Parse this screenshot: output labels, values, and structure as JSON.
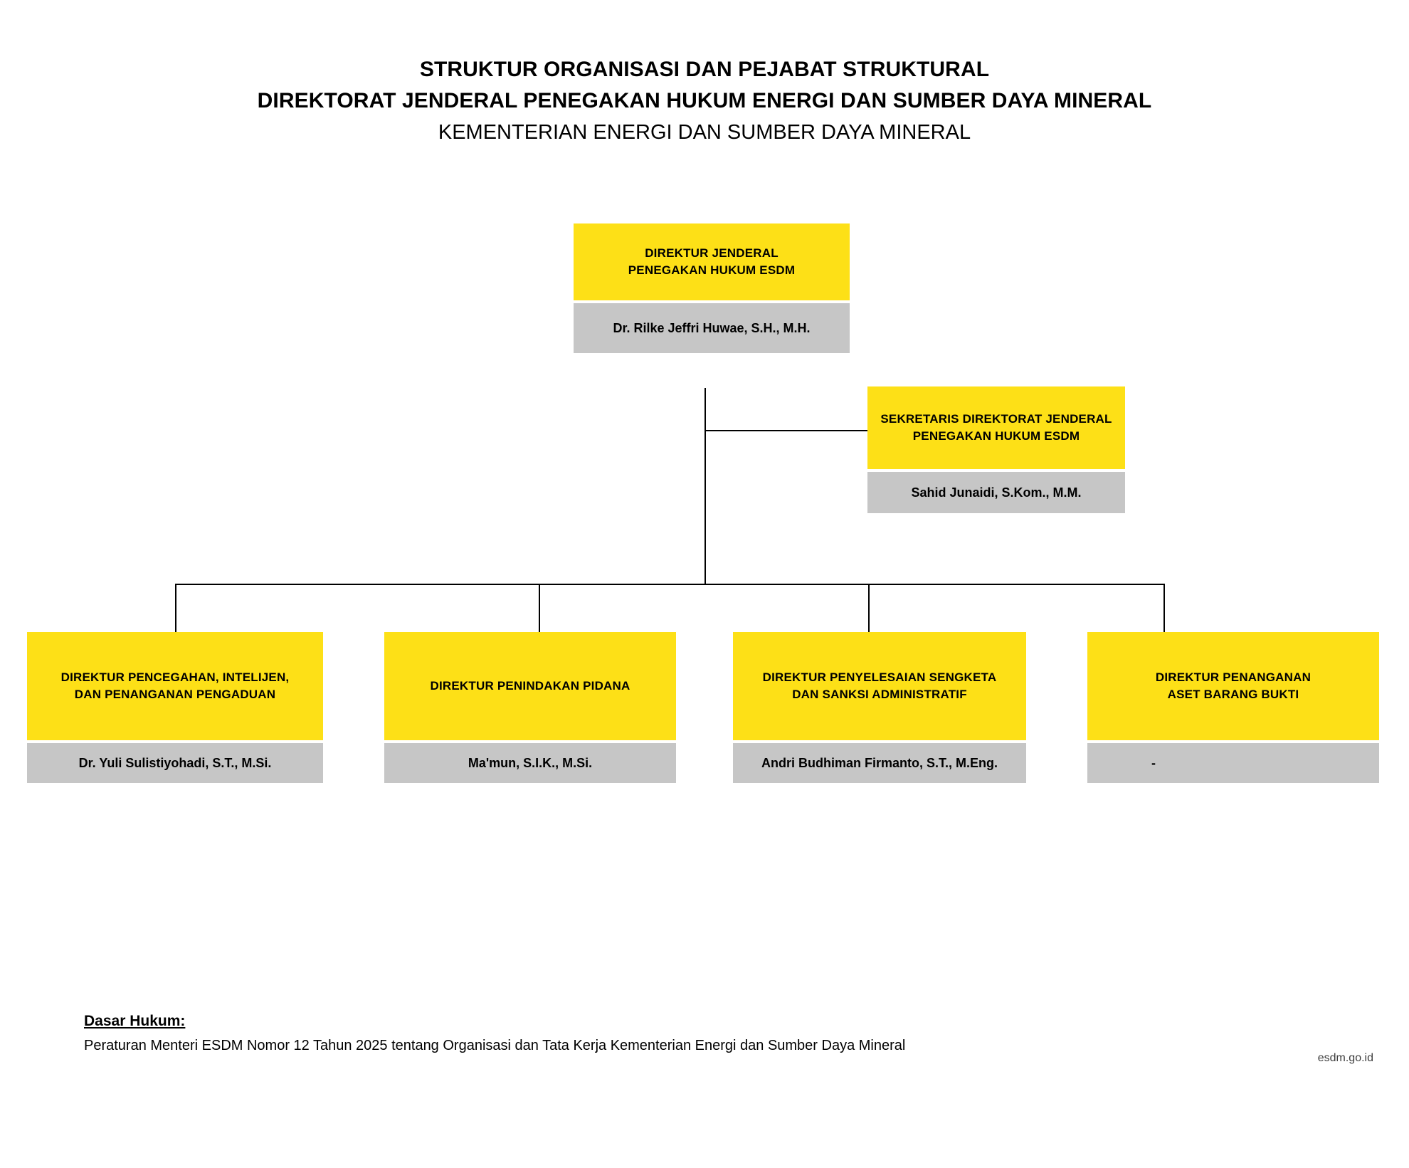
{
  "title": {
    "line1": "STRUKTUR ORGANISASI DAN PEJABAT STRUKTURAL",
    "line2": "DIREKTORAT JENDERAL PENEGAKAN HUKUM ENERGI DAN SUMBER DAYA MINERAL",
    "line3": "KEMENTERIAN ENERGI DAN SUMBER DAYA MINERAL"
  },
  "colors": {
    "position_box": "#FDE017",
    "name_box": "#C6C6C6",
    "connector": "#000000",
    "text": "#000000",
    "background": "#FFFFFF"
  },
  "org_chart": {
    "root": {
      "position": "DIREKTUR JENDERAL\nPENEGAKAN HUKUM ESDM",
      "officer": "Dr. Rilke Jeffri Huwae, S.H., M.H."
    },
    "secretary": {
      "position": "SEKRETARIS  DIREKTORAT JENDERAL\nPENEGAKAN HUKUM ESDM",
      "officer": "Sahid Junaidi, S.Kom., M.M."
    },
    "directorates": [
      {
        "position": "DIREKTUR PENCEGAHAN, INTELIJEN,\nDAN PENANGANAN PENGADUAN",
        "officer": "Dr. Yuli Sulistiyohadi, S.T., M.Si."
      },
      {
        "position": "DIREKTUR PENINDAKAN PIDANA",
        "officer": "Ma'mun, S.I.K., M.Si."
      },
      {
        "position": "DIREKTUR PENYELESAIAN SENGKETA\nDAN SANKSI ADMINISTRATIF",
        "officer": "Andri Budhiman Firmanto, S.T., M.Eng."
      },
      {
        "position": "DIREKTUR PENANGANAN\nASET BARANG BUKTI",
        "officer": "-"
      }
    ]
  },
  "footer": {
    "heading": "Dasar Hukum:",
    "text": "Peraturan Menteri ESDM Nomor 12 Tahun 2025 tentang Organisasi dan Tata Kerja Kementerian Energi dan Sumber Daya Mineral",
    "watermark": "esdm.go.id"
  }
}
